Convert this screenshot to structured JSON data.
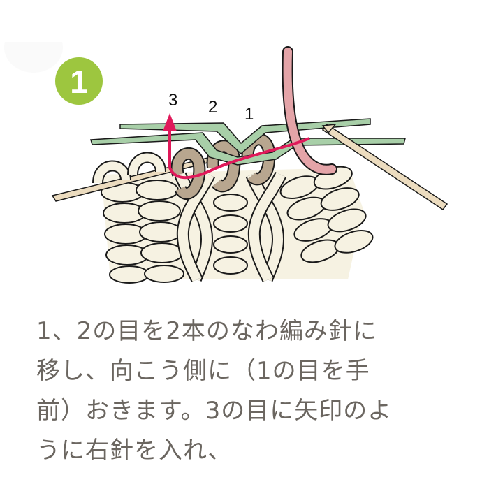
{
  "step": {
    "number": "1",
    "badge_color": "#9dc63f"
  },
  "illustration": {
    "description": "Cable knitting diagram: stitches 1 and 2 moved to cable needle held behind work; right needle inserted into stitch 3 as shown by arrow",
    "labels": [
      "3",
      "2",
      "1"
    ],
    "colors": {
      "yarn": "#f6f2e2",
      "moved_stitches": "#b8a68f",
      "cable_needle": "#a8cfa8",
      "knitting_needle": "#ecdcbf",
      "working_yarn": "#e4a4a8",
      "arrow": "#e0195a",
      "outline": "#1a1a1a"
    }
  },
  "instructions": {
    "lines": [
      "1、2の目を2本のなわ編み針に",
      "移し、向こう側に（1の目を手",
      "前）おきます。3の目に矢印のよ",
      "うに右針を入れ、"
    ]
  }
}
